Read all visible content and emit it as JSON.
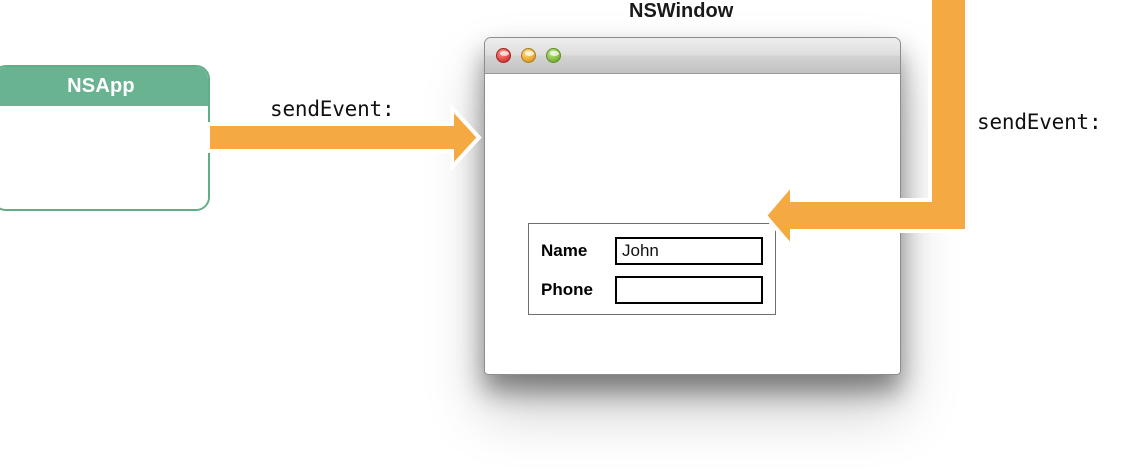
{
  "diagram": {
    "title": "NSApp sendEvent: event routing to NSWindow",
    "colors": {
      "arrow_orange": "#f5a942",
      "nsapp_green": "#6ab391",
      "nsapp_border_green": "#63ad86",
      "arrow_outline_white": "#ffffff",
      "text_black": "#111111"
    }
  },
  "nsapp": {
    "title": "NSApp"
  },
  "nswindow": {
    "label": "NSWindow"
  },
  "arrows": {
    "left": {
      "label": "sendEvent:",
      "direction": "right",
      "from": "NSApp",
      "to": "NSWindow"
    },
    "right": {
      "label": "sendEvent:",
      "direction": "left",
      "from": "NSWindow",
      "to": "name-field"
    }
  },
  "window": {
    "traffic_lights": [
      {
        "name": "close-button",
        "color": "#e8514b"
      },
      {
        "name": "minimize-button",
        "color": "#f0b13e"
      },
      {
        "name": "zoom-button",
        "color": "#8cc44b"
      }
    ],
    "form": {
      "rows": [
        {
          "label": "Name",
          "value": "John",
          "placeholder": ""
        },
        {
          "label": "Phone",
          "value": "",
          "placeholder": ""
        }
      ]
    }
  }
}
